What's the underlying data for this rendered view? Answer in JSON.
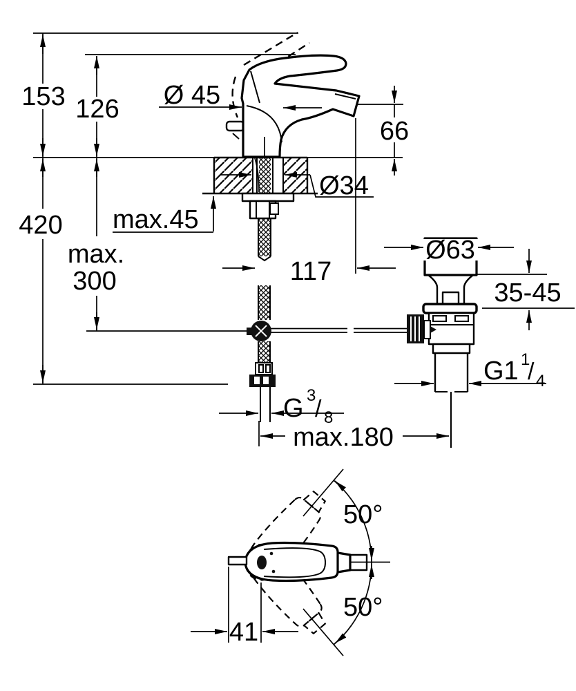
{
  "drawing": {
    "type": "technical dimension drawing",
    "subject": "single-lever bidet mixer tap with pop-up waste set",
    "colors": {
      "line": "#000000",
      "background": "#ffffff"
    },
    "views": [
      "front elevation with below-deck supply and pop-up waste",
      "top view with handle swivel angles"
    ]
  },
  "labels": {
    "overall_height": "153",
    "height_to_lever": "126",
    "base_diameter": "Ø 45",
    "spout_height": "66",
    "below_deck_height": "420",
    "deck_thickness": "max.45",
    "hole_diameter": "Ø34",
    "hose_length_line1": "max.",
    "hose_length_line2": "300",
    "spout_projection": "117",
    "waste_flange_diameter": "Ø63",
    "basin_thickness_range": "35-45",
    "waste_thread": {
      "base": "G1",
      "sup": "1",
      "slash": "/",
      "sub": "4"
    },
    "supply_thread": {
      "base": "G",
      "sup": "3",
      "slash": "/",
      "sub": "8"
    },
    "waste_center_distance": "max.180",
    "swivel_angle_upper": "50°",
    "swivel_angle_lower": "50°",
    "handle_overhang": "41"
  }
}
